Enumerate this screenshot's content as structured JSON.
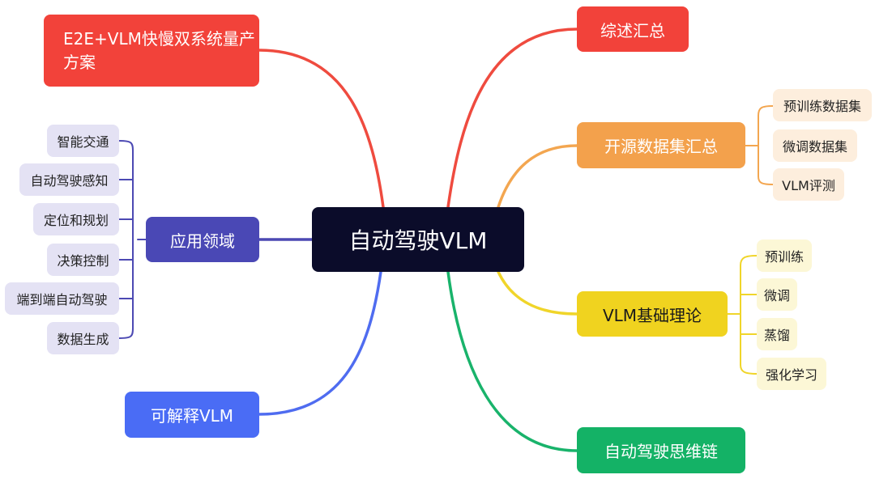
{
  "center": {
    "label": "自动驾驶VLM"
  },
  "branches": {
    "e2e": {
      "label": "E2E+VLM快慢双系统量产方案",
      "color": "#f2423a"
    },
    "survey": {
      "label": "综述汇总",
      "color": "#f2423a"
    },
    "datasets": {
      "label": "开源数据集汇总",
      "color": "#f3a14c",
      "children": [
        "预训练数据集",
        "微调数据集",
        "VLM评测"
      ]
    },
    "theory": {
      "label": "VLM基础理论",
      "color": "#f0d31f",
      "children": [
        "预训练",
        "微调",
        "蒸馏",
        "强化学习"
      ]
    },
    "cot": {
      "label": "自动驾驶思维链",
      "color": "#14b266"
    },
    "explain": {
      "label": "可解释VLM",
      "color": "#4a6cf5"
    },
    "apps": {
      "label": "应用领域",
      "color": "#4a48b5",
      "children": [
        "智能交通",
        "自动驾驶感知",
        "定位和规划",
        "决策控制",
        "端到端自动驾驶",
        "数据生成"
      ]
    }
  },
  "link_colors": {
    "e2e": "#ef4b3f",
    "survey": "#ef4b3f",
    "datasets": "#f3a650",
    "theory": "#f0d52a",
    "cot": "#19b36b",
    "explain": "#4f6cf0",
    "apps": "#4c49b3"
  }
}
